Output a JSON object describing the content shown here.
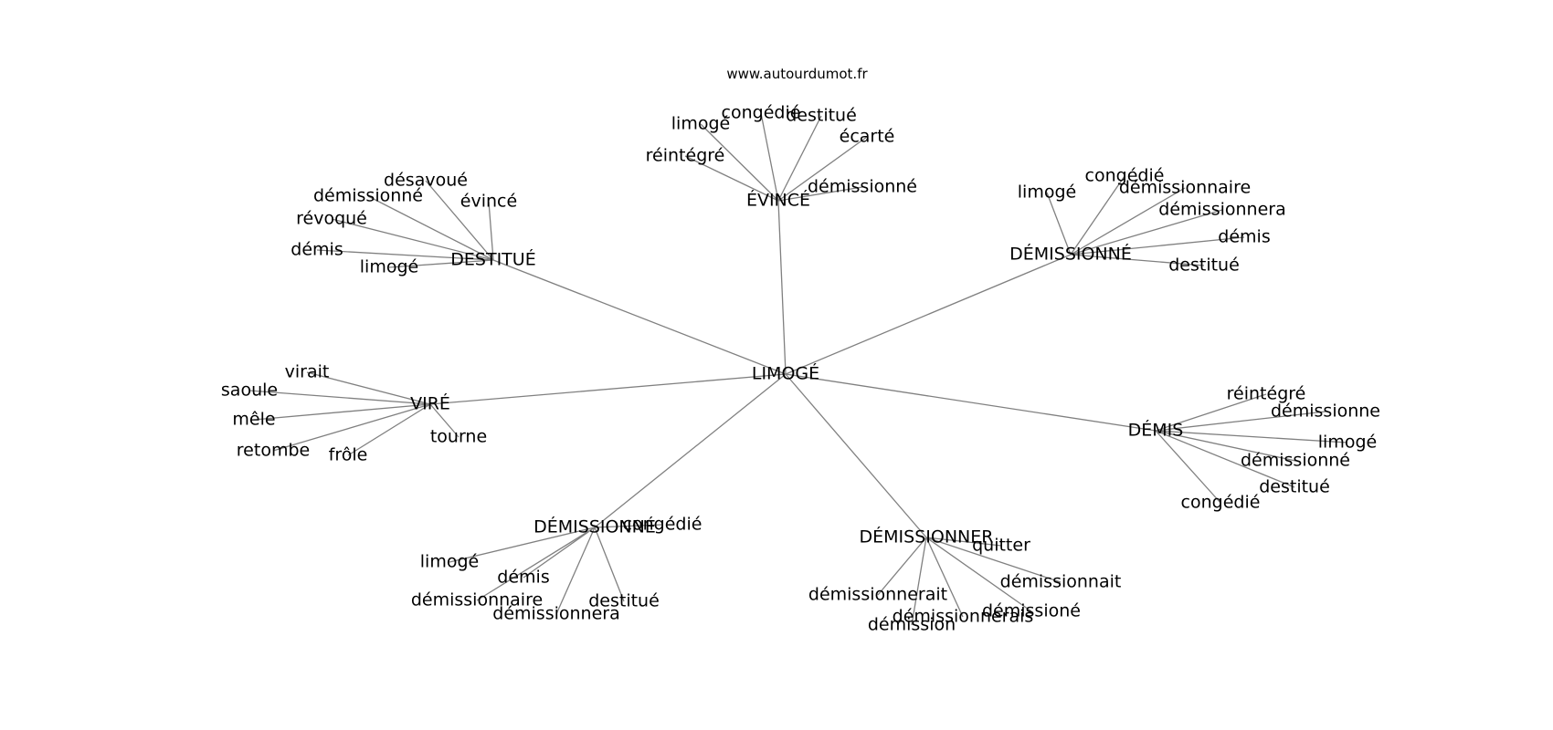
{
  "source_text": "www.autourdumot.fr",
  "center": "LIMOGÉ",
  "clusters": [
    {
      "id": "evince",
      "label": "ÉVINCÉ",
      "leaves": [
        "limogé",
        "congédié",
        "destitué",
        "écarté",
        "réintégré",
        "démissionné"
      ]
    },
    {
      "id": "destitue",
      "label": "DESTITUÉ",
      "leaves": [
        "désavoué",
        "démissionné",
        "évincé",
        "révoqué",
        "démis",
        "limogé"
      ]
    },
    {
      "id": "demissionne-top",
      "label": "DÉMISSIONNÉ",
      "leaves": [
        "limogé",
        "congédié",
        "démissionnaire",
        "démissionnera",
        "démis",
        "destitué"
      ]
    },
    {
      "id": "vire",
      "label": "VIRÉ",
      "leaves": [
        "virait",
        "saoule",
        "mêle",
        "retombe",
        "frôle",
        "tourne"
      ]
    },
    {
      "id": "demis",
      "label": "DÉMIS",
      "leaves": [
        "réintégré",
        "démissionne",
        "limogé",
        "démissionné",
        "destitué",
        "congédié"
      ]
    },
    {
      "id": "demissionne-bottom",
      "label": "DÉMISSIONNÉ",
      "leaves": [
        "congédié",
        "limogé",
        "démis",
        "démissionnaire",
        "démissionnera",
        "destitué"
      ]
    },
    {
      "id": "demissionner",
      "label": "DÉMISSIONNER",
      "leaves": [
        "quitter",
        "démissionnait",
        "démissionnerait",
        "démissioné",
        "démissionnerais",
        "démission"
      ]
    }
  ]
}
